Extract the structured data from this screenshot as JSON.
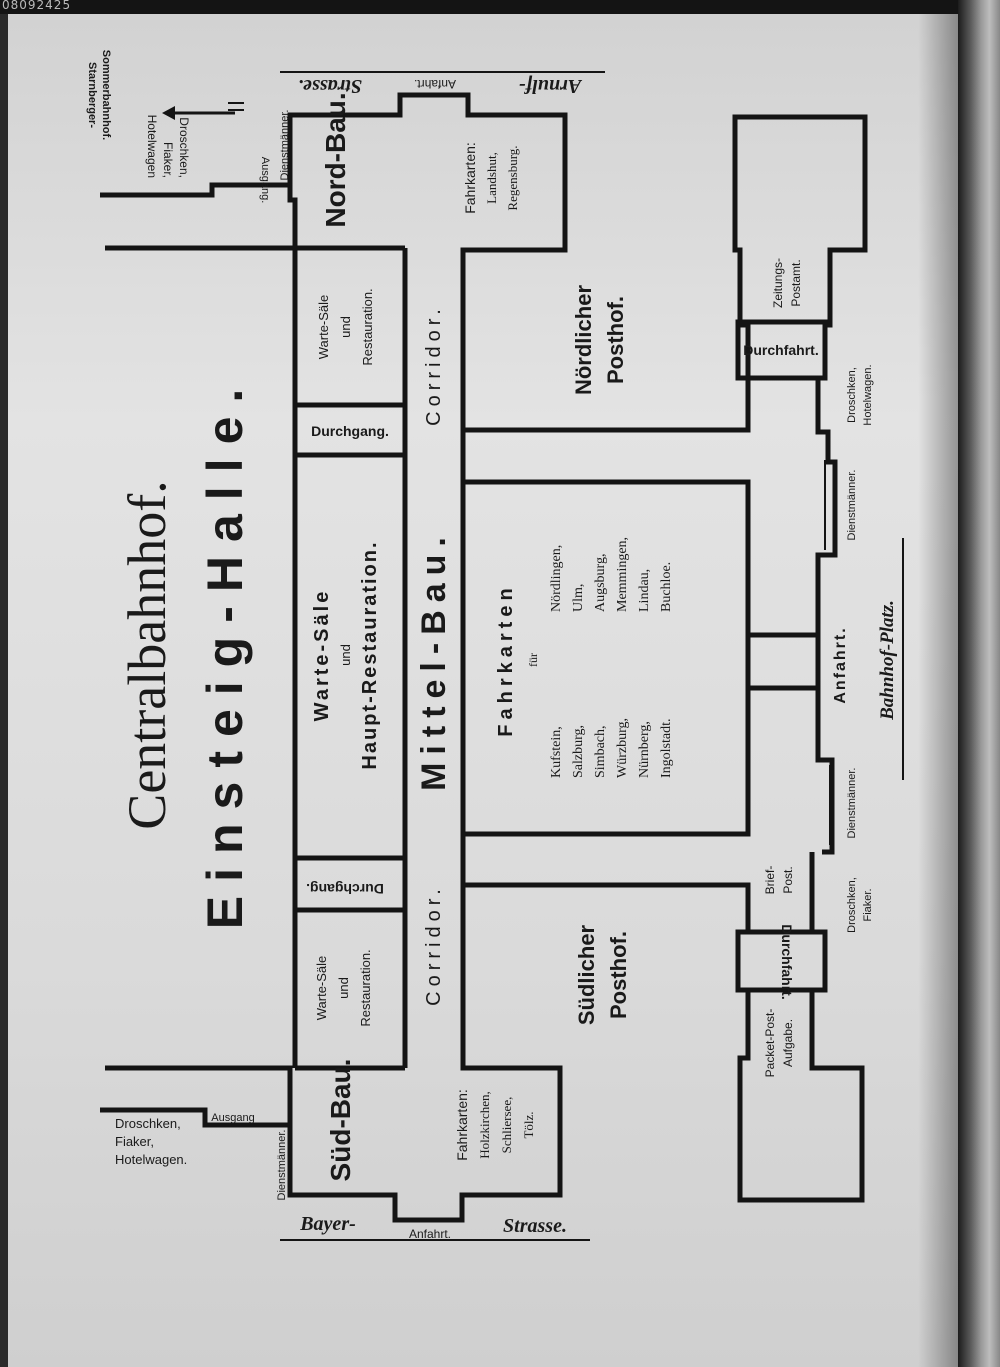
{
  "corner_id": "08092425",
  "title": "Centralbahnhof.",
  "halls": {
    "einsteig": "Einsteig-Halle.",
    "mittel": "Mittel-Bau.",
    "nord": "Nord-Bau.",
    "sued": "Süd-Bau."
  },
  "corridor": "Corridor.",
  "rooms": {
    "warte_nord": [
      "Warte-Säle",
      "und",
      "Restauration."
    ],
    "durchgang_nord": "Durchgang.",
    "warte_haupt": [
      "Warte-Säle",
      "und",
      "Haupt-Restauration."
    ],
    "durchgang_sued": "Durchgang.",
    "warte_sued": [
      "Warte-Säle",
      "und",
      "Restauration."
    ]
  },
  "fahrkarten_mittel": {
    "heading": "Fahrkarten",
    "fuer": "für",
    "col1": [
      "Kufstein,",
      "Salzburg,",
      "Simbach,",
      "Würzburg,",
      "Nürnberg,",
      "Ingolstadt."
    ],
    "col2": [
      "Nördlingen,",
      "Ulm,",
      "Augsburg,",
      "Memmingen,",
      "Lindau,",
      "Buchloe."
    ]
  },
  "fahrkarten_nord": [
    "Fahrkarten:",
    "Landshut,",
    "Regensburg."
  ],
  "fahrkarten_sued": [
    "Fahrkarten:",
    "Holzkirchen,",
    "Schliersee,",
    "Tölz."
  ],
  "posthof_nord": [
    "Nördlicher",
    "Posthof."
  ],
  "posthof_sued": [
    "Südlicher",
    "Posthof."
  ],
  "post_buildings": {
    "zeitungs": [
      "Zeitungs-",
      "Postamt."
    ],
    "durchfahrt_nord": "Durchfahrt.",
    "brief": [
      "Brief-",
      "Post."
    ],
    "durchfahrt_sued": "Durchfahrt.",
    "packet": [
      "Packet-Post-",
      "Aufgabe."
    ]
  },
  "platz": {
    "anfahrt": "Anfahrt.",
    "name": "Bahnhof-Platz.",
    "dienstmaenner_n": "Dienstmänner.",
    "dienstmaenner_s": "Dienstmänner.",
    "droschken_n": [
      "Droschken,",
      "Hotelwagen."
    ],
    "droschken_s": [
      "Droschken,",
      "Fiaker."
    ]
  },
  "north_side": {
    "street_1": "Arnulf-",
    "street_2": "Strasse.",
    "anfahrt": "Anfahrt.",
    "dienstmaenner": "Dienstmänner.",
    "ausgang": "Ausgang.",
    "droschken": [
      "Droschken,",
      "Fiaker,",
      "Hotelwagen"
    ],
    "starnberger": [
      "Starnberger-",
      "Sommerbahnhof."
    ]
  },
  "south_side": {
    "street_1": "Bayer-",
    "street_2": "Strasse.",
    "anfahrt": "Anfahrt.",
    "dienstmaenner": "Dienstmänner.",
    "ausgang": "Ausgang",
    "droschken": [
      "Droschken,",
      "Fiaker,",
      "Hotelwagen."
    ]
  }
}
